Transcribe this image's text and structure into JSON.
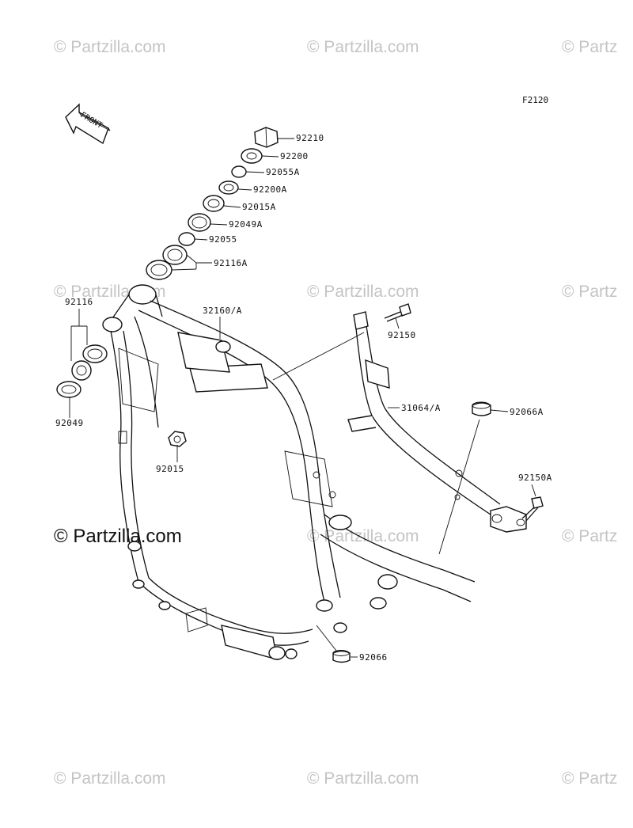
{
  "diagram_code": "F2120",
  "front_label": "FRONT",
  "watermark": {
    "main": "© Partzilla.com",
    "faint": "© Partzilla.com",
    "faint_cut": "© Partz"
  },
  "parts": {
    "p92210": "92210",
    "p92200": "92200",
    "p92055A": "92055A",
    "p92200A": "92200A",
    "p92015A": "92015A",
    "p92049A": "92049A",
    "p92055": "92055",
    "p92116A": "92116A",
    "p92116": "92116",
    "p92049": "92049",
    "p32160A": "32160/A",
    "p92015": "92015",
    "p92150": "92150",
    "p31064A": "31064/A",
    "p92066A": "92066A",
    "p92150A": "92150A",
    "p92066": "92066"
  }
}
